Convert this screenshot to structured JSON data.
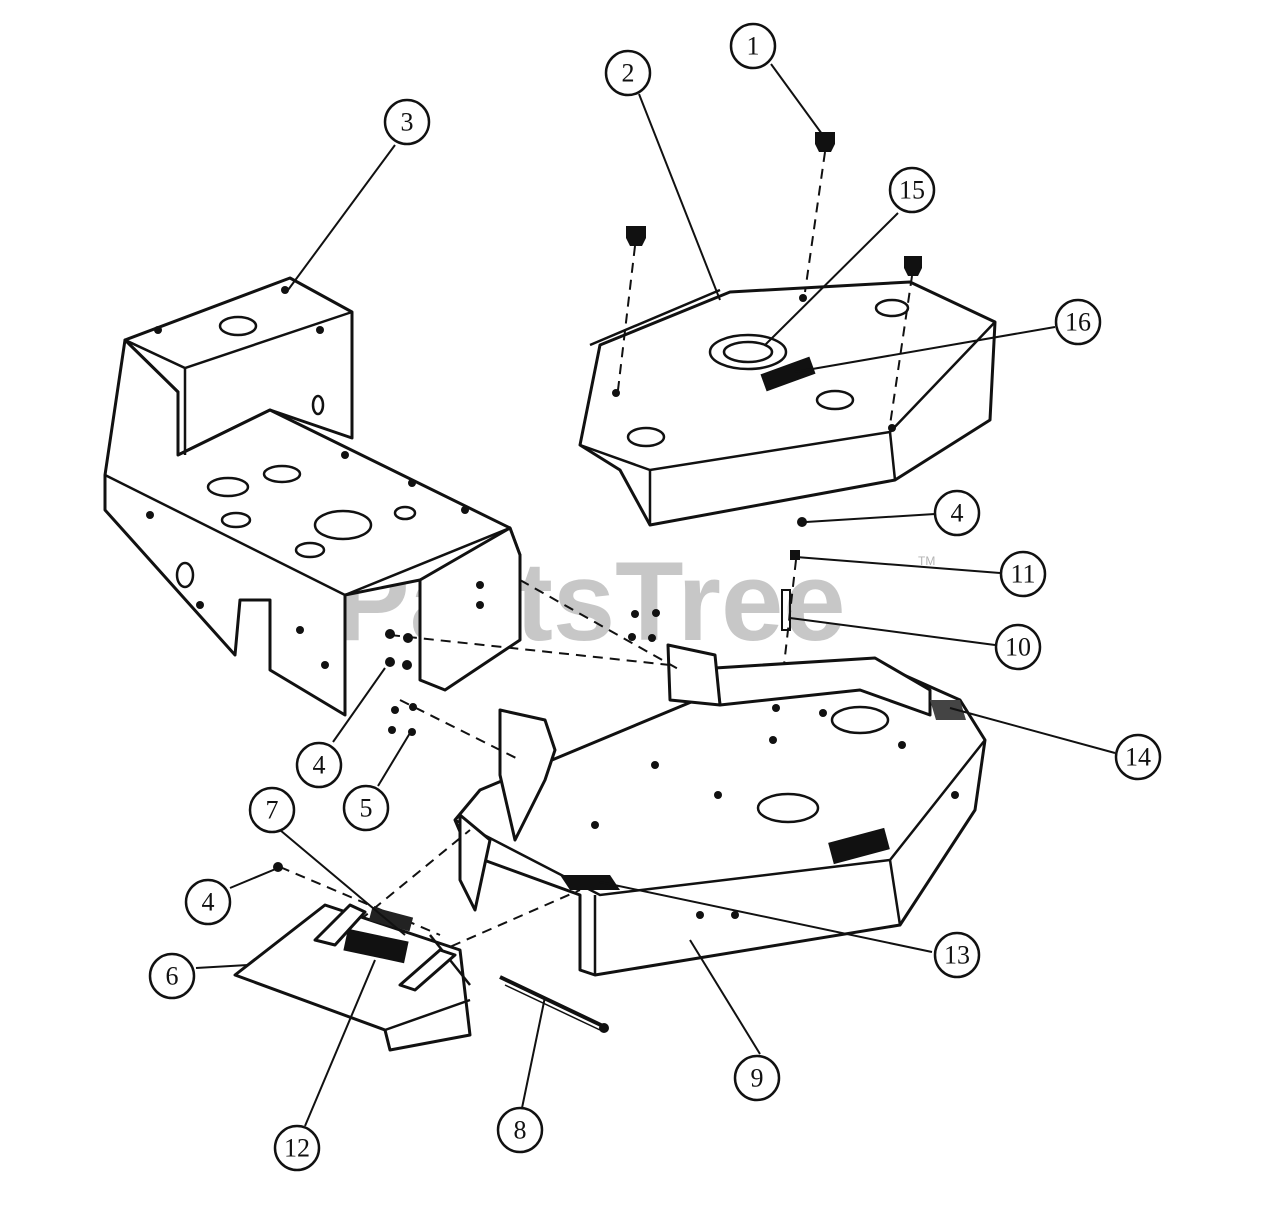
{
  "watermark": {
    "brand": "PartsTree",
    "trademark": "TM"
  },
  "callouts": [
    {
      "id": "c1",
      "label": "1"
    },
    {
      "id": "c2",
      "label": "2"
    },
    {
      "id": "c3",
      "label": "3"
    },
    {
      "id": "c15",
      "label": "15"
    },
    {
      "id": "c16",
      "label": "16"
    },
    {
      "id": "c4a",
      "label": "4"
    },
    {
      "id": "c11",
      "label": "11"
    },
    {
      "id": "c10",
      "label": "10"
    },
    {
      "id": "c14",
      "label": "14"
    },
    {
      "id": "c4b",
      "label": "4"
    },
    {
      "id": "c5",
      "label": "5"
    },
    {
      "id": "c7",
      "label": "7"
    },
    {
      "id": "c4c",
      "label": "4"
    },
    {
      "id": "c6",
      "label": "6"
    },
    {
      "id": "c13",
      "label": "13"
    },
    {
      "id": "c9",
      "label": "9"
    },
    {
      "id": "c8",
      "label": "8"
    },
    {
      "id": "c12",
      "label": "12"
    }
  ]
}
